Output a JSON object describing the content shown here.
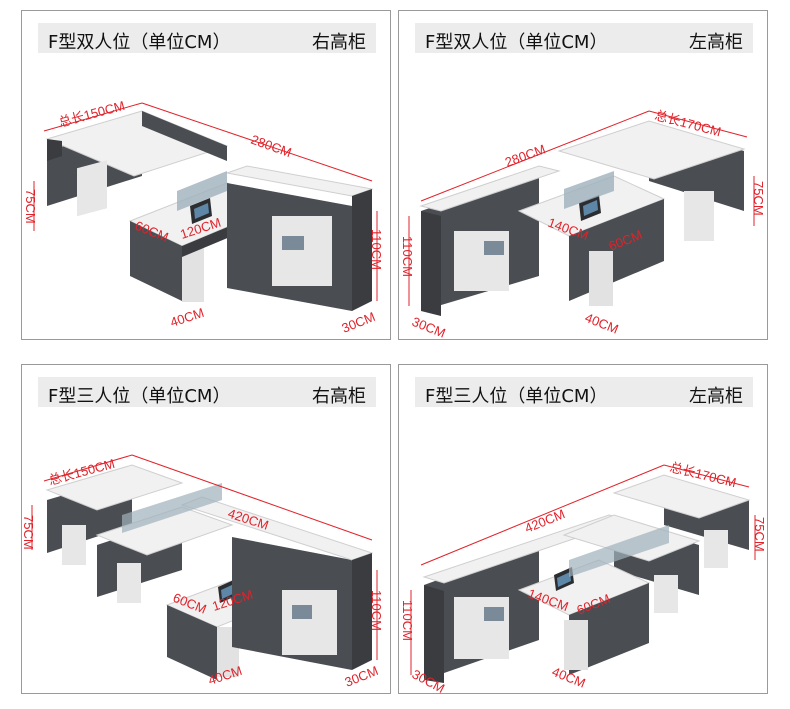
{
  "panels": [
    {
      "title": "F型双人位（单位CM）",
      "cabinet_side": "右高柜",
      "dimensions": {
        "total_length": "总长150CM",
        "long_side": "280CM",
        "desk_height": "75CM",
        "cabinet_height": "110CM",
        "depth_a": "60CM",
        "desk_width": "120CM",
        "pedestal": "40CM",
        "cabinet_depth": "30CM"
      }
    },
    {
      "title": "F型双人位（单位CM）",
      "cabinet_side": "左高柜",
      "dimensions": {
        "total_length": "总长170CM",
        "long_side": "280CM",
        "desk_height": "75CM",
        "cabinet_height": "110CM",
        "depth_a": "60CM",
        "desk_width": "140CM",
        "pedestal": "40CM",
        "cabinet_depth": "30CM"
      }
    },
    {
      "title": "F型三人位（单位CM）",
      "cabinet_side": "右高柜",
      "dimensions": {
        "total_length": "总长150CM",
        "long_side": "420CM",
        "desk_height": "75CM",
        "cabinet_height": "110CM",
        "depth_a": "60CM",
        "desk_width": "120CM",
        "pedestal": "40CM",
        "cabinet_depth": "30CM"
      }
    },
    {
      "title": "F型三人位（单位CM）",
      "cabinet_side": "左高柜",
      "dimensions": {
        "total_length": "总长170CM",
        "long_side": "420CM",
        "desk_height": "75CM",
        "cabinet_height": "110CM",
        "depth_a": "60CM",
        "desk_width": "140CM",
        "pedestal": "40CM",
        "cabinet_depth": "30CM"
      }
    }
  ],
  "colors": {
    "dimension": "#e0232b",
    "desktop": "#f1f1f1",
    "body_dark": "#4a4d52",
    "body_side": "#3a3c40",
    "panel_white": "#e7e7e7",
    "glass": "#9fb0bb",
    "header_bg": "#ececec"
  }
}
